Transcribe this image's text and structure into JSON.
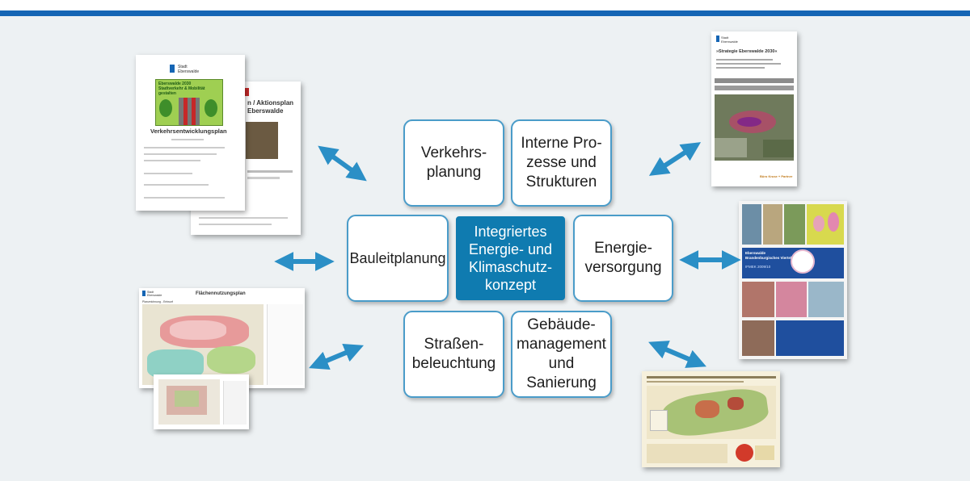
{
  "diagram": {
    "center": "Integriertes\nEnergie- und\nKlimaschutz-\nkonzept",
    "nodes": {
      "verkehr": "Verkehrs-\nplanung",
      "interne": "Interne Pro-\nzesse und\nStrukturen",
      "bauleit": "Bauleitplanung",
      "energie": "Energie-\nversorgung",
      "strassen": "Straßen-\nbeleuchtung",
      "gebaeude": "Gebäude-\nmanagement\nund Sanierung"
    }
  },
  "documents": {
    "vep": {
      "logo": "Stadt\nEberswalde",
      "cover_text": "Eberswalde 2030\nStadtverkehr & Mobilität\ngestalten",
      "title": "Verkehrsentwicklungsplan"
    },
    "aktionsplan": {
      "title": "n / Aktionsplan\nEberswalde"
    },
    "strategie": {
      "logo": "Stadt\nEberswalde",
      "title": "»Strategie Eberswalde 2030«",
      "footer": "Büro Kruse + Partner"
    },
    "flaechennutzung": {
      "logo": "Stadt\nEberswalde",
      "title": "Flächennutzungsplan",
      "subtitle": "Planzeichnung - Entwurf"
    },
    "isek": {
      "title": "Eberswalde\nBrandenburgisches Viertel",
      "subtitle": "IFMEK 2009/10"
    }
  },
  "colors": {
    "accent": "#1565b4",
    "node_border": "#4a9cc9",
    "center_fill": "#0f7bb0",
    "arrow": "#2b8fc6"
  }
}
